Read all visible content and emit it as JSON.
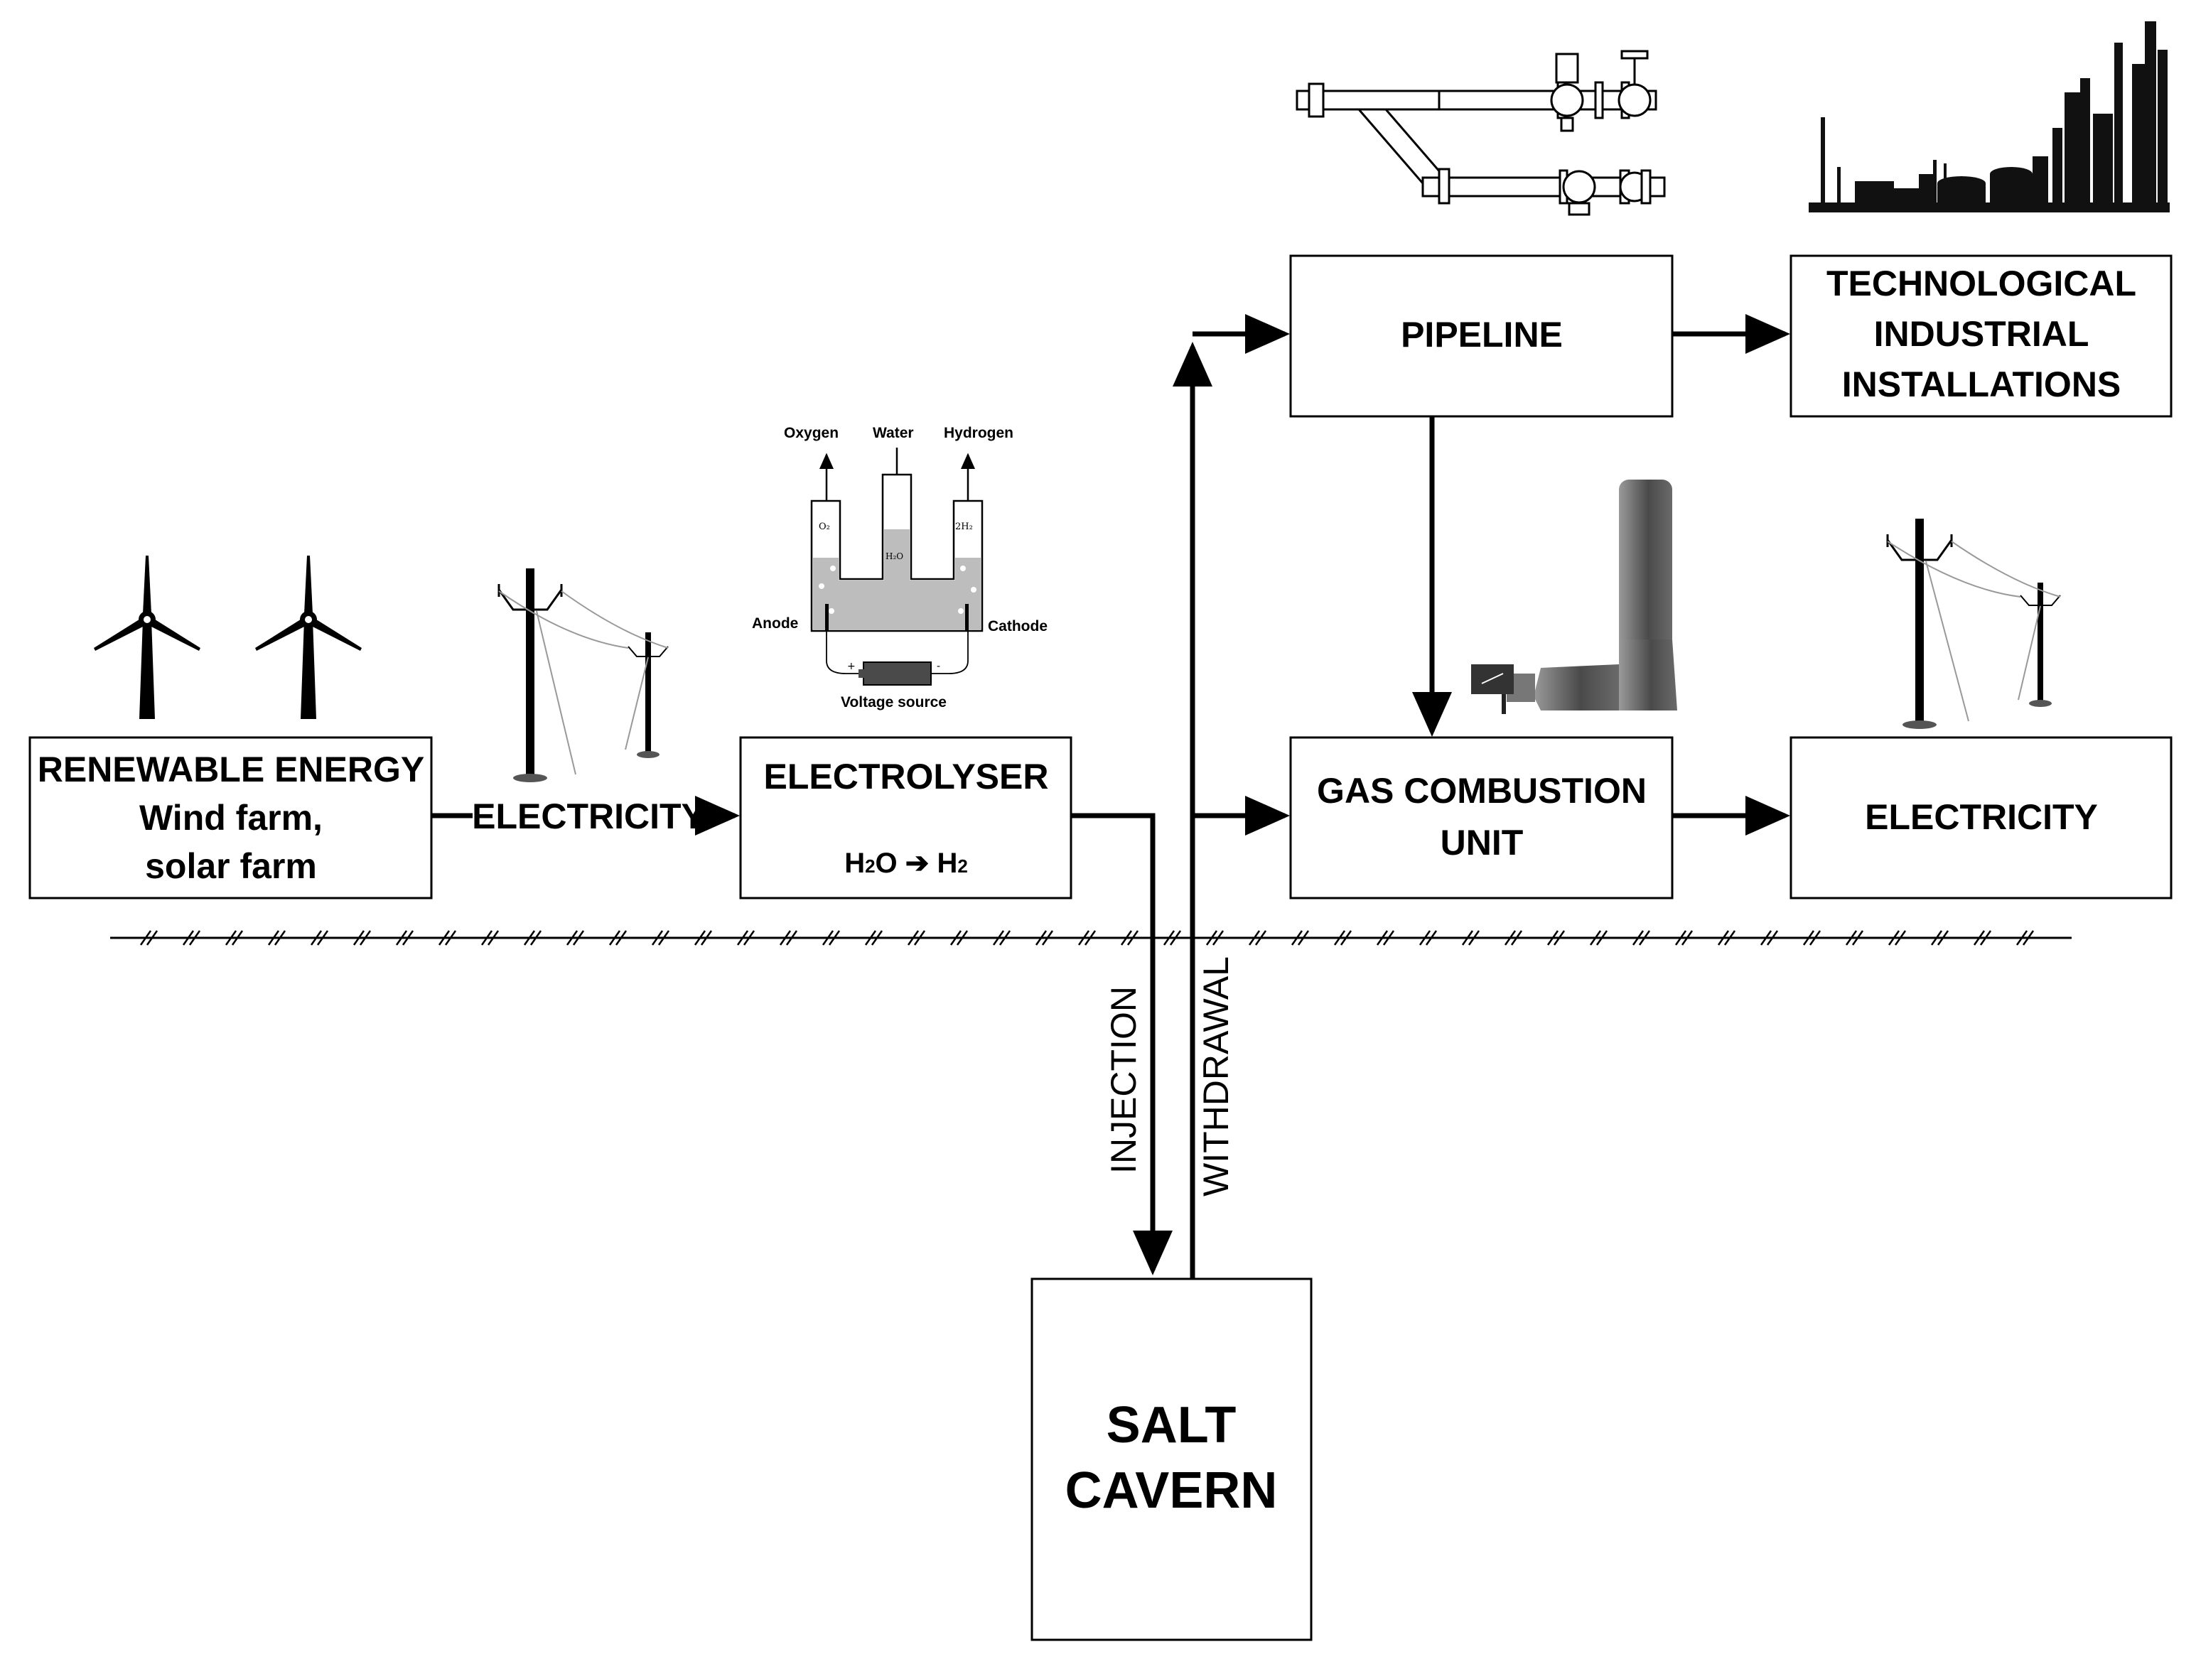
{
  "boxes": {
    "renewable": {
      "line1": "RENEWABLE ENERGY",
      "line2": "Wind farm,",
      "line3": "solar farm"
    },
    "electrolyser": {
      "title": "ELECTROLYSER",
      "formula_left": "H",
      "formula_left_sub": "2",
      "formula_left_tail": "O",
      "formula_right": "H",
      "formula_right_sub": "2"
    },
    "pipeline": {
      "title": "PIPELINE"
    },
    "industrial": {
      "line1": "TECHNOLOGICAL",
      "line2": "INDUSTRIAL",
      "line3": "INSTALLATIONS"
    },
    "gas_combustion": {
      "line1": "GAS COMBUSTION",
      "line2": "UNIT"
    },
    "electricity_out": {
      "title": "ELECTRICITY"
    },
    "salt_cavern": {
      "line1": "SALT",
      "line2": "CAVERN"
    }
  },
  "flows": {
    "electricity_label": "ELECTRICITY",
    "injection_label": "INJECTION",
    "withdrawal_label": "WITHDRAWAL"
  },
  "electrolyser_diagram": {
    "oxygen": "Oxygen",
    "water": "Water",
    "hydrogen": "Hydrogen",
    "anode": "Anode",
    "cathode": "Cathode",
    "voltage_source": "Voltage source",
    "o2": "O₂",
    "h2o": "H₂O",
    "two_h2": "2H₂"
  },
  "icons": [
    "wind-turbine-icon",
    "power-line-icon",
    "pipeline-icon",
    "industrial-skyline-icon",
    "gas-turbine-icon"
  ]
}
